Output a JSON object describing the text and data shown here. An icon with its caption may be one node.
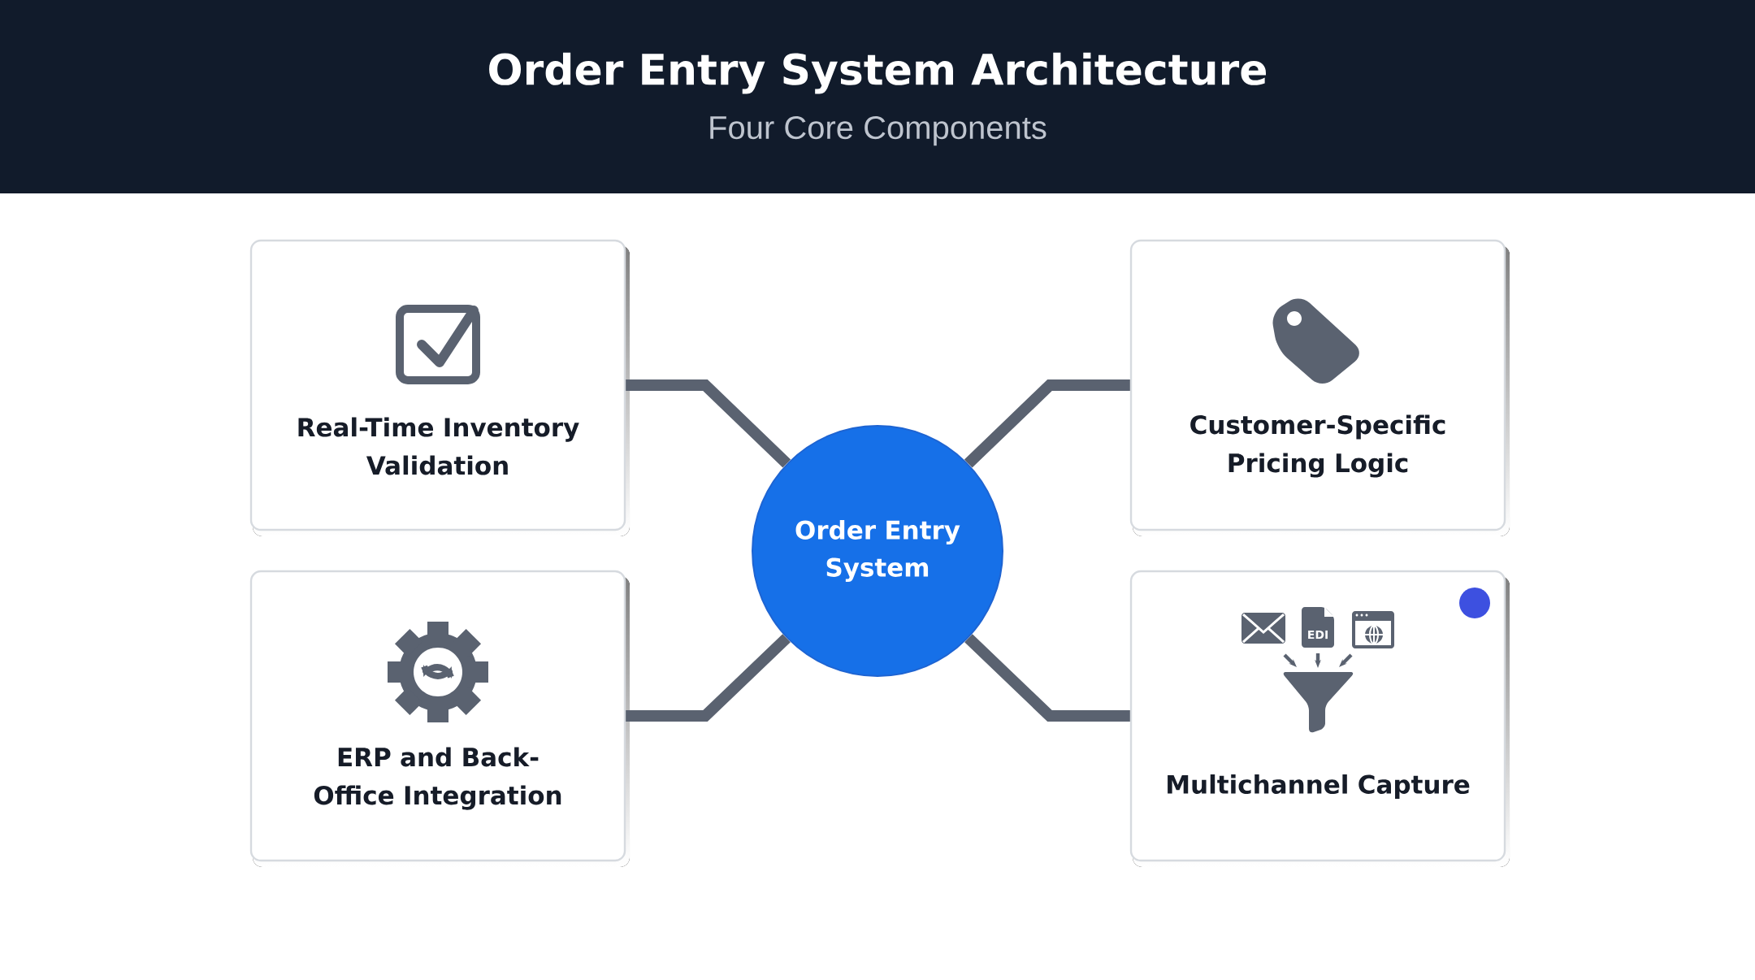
{
  "diagram": {
    "title": "Order Entry System Architecture",
    "nodes": [
      {
        "text": [
          "Real-Time Inventory Validation"
        ]
      },
      {
        "text": [
          "Customer-Specific Pricing Logic"
        ]
      },
      {
        "text": [
          "Order Entry System"
        ]
      },
      {
        "text": [
          "ERP and Back-Office Integration"
        ]
      },
      {
        "text": [
          "Multichannel Capture"
        ]
      }
    ],
    "edges": [
      {
        "from": 2,
        "to": 0,
        "arrow": "none"
      },
      {
        "from": 2,
        "to": 1,
        "arrow": "none"
      },
      {
        "from": 2,
        "to": 3,
        "arrow": "none"
      },
      {
        "from": 2,
        "to": 4,
        "arrow": "none"
      }
    ],
    "labels": [
      "Four Core Components",
      "EDI"
    ]
  }
}
